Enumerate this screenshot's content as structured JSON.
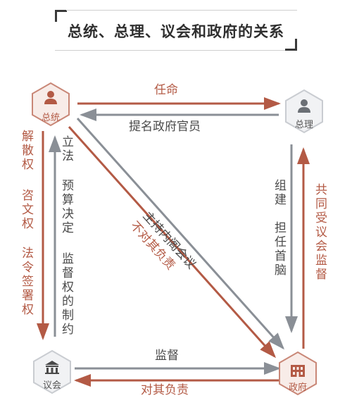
{
  "title": "总统、总理、议会和政府的关系",
  "nodes": {
    "president": "总统",
    "premier": "总理",
    "parliament": "议会",
    "government": "政府"
  },
  "edges": {
    "appoint": "任命",
    "nominate_officials": "提名政府官员",
    "organize": "组建",
    "head": "担任首脑",
    "joint_supervision": "共同受议会监督",
    "presides_cabinet": "主持内阁会议",
    "not_responsible": "不对其负责",
    "dissolve": "解散权",
    "consult": "咨文权",
    "sign_laws": "法令签署权",
    "legislate": "立法",
    "budget": "预算决定",
    "oversight_checks": "监督权的制约",
    "supervise": "监督",
    "responsible_to": "对其负责"
  },
  "colors": {
    "accent_red": "#b35a45",
    "accent_gray": "#8a8f96",
    "node_red_fill": "#f8ece8",
    "node_gray_fill": "#f1f2f4"
  }
}
